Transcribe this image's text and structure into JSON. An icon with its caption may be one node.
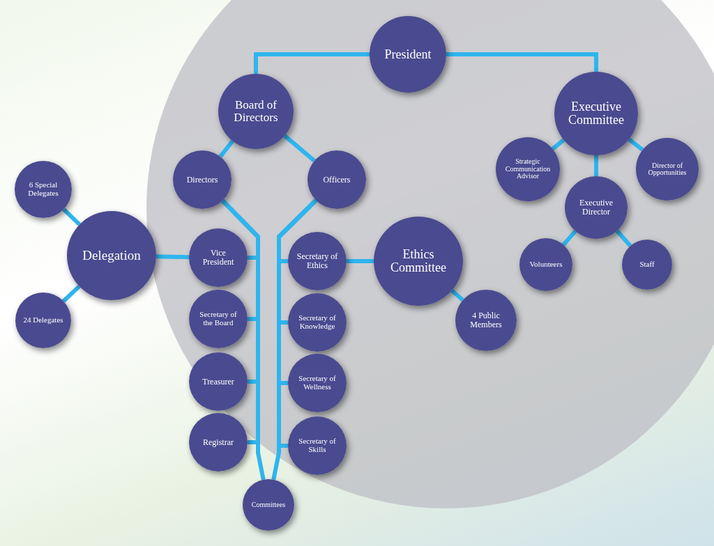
{
  "diagram": {
    "nodes": [
      {
        "text": [
          "President"
        ]
      },
      {
        "text": [
          "Board of Directors"
        ]
      },
      {
        "text": [
          "Executive Committee"
        ]
      },
      {
        "text": [
          "Directors"
        ]
      },
      {
        "text": [
          "Officers"
        ]
      },
      {
        "text": [
          "Strategic Communication Advisor"
        ]
      },
      {
        "text": [
          "Director of Opportunities"
        ]
      },
      {
        "text": [
          "6 Special Delegates"
        ]
      },
      {
        "text": [
          "Delegation"
        ]
      },
      {
        "text": [
          "Executive Director"
        ]
      },
      {
        "text": [
          "Vice President"
        ]
      },
      {
        "text": [
          "Secretary of Ethics"
        ]
      },
      {
        "text": [
          "Ethics Committee"
        ]
      },
      {
        "text": [
          "Volunteers"
        ]
      },
      {
        "text": [
          "Staff"
        ]
      },
      {
        "text": [
          "24 Delegates"
        ]
      },
      {
        "text": [
          "Secretary of the Board"
        ]
      },
      {
        "text": [
          "Secretary of Knowledge"
        ]
      },
      {
        "text": [
          "4 Public Members"
        ]
      },
      {
        "text": [
          "Treasurer"
        ]
      },
      {
        "text": [
          "Secretary of Wellness"
        ]
      },
      {
        "text": [
          "Registrar"
        ]
      },
      {
        "text": [
          "Secretary of Skills"
        ]
      },
      {
        "text": [
          "Committees"
        ]
      }
    ],
    "edges": [
      {
        "from": 0,
        "to": 1,
        "arrow": "none"
      },
      {
        "from": 0,
        "to": 2,
        "arrow": "none"
      },
      {
        "from": 1,
        "to": 3,
        "arrow": "none"
      },
      {
        "from": 1,
        "to": 4,
        "arrow": "none"
      },
      {
        "from": 2,
        "to": 5,
        "arrow": "none"
      },
      {
        "from": 2,
        "to": 6,
        "arrow": "none"
      },
      {
        "from": 2,
        "to": 9,
        "arrow": "none"
      },
      {
        "from": 8,
        "to": 7,
        "arrow": "none"
      },
      {
        "from": 8,
        "to": 15,
        "arrow": "none"
      },
      {
        "from": 8,
        "to": 10,
        "arrow": "none"
      },
      {
        "from": 3,
        "to": 10,
        "arrow": "none"
      },
      {
        "from": 3,
        "to": 16,
        "arrow": "none"
      },
      {
        "from": 3,
        "to": 19,
        "arrow": "none"
      },
      {
        "from": 3,
        "to": 21,
        "arrow": "none"
      },
      {
        "from": 3,
        "to": 23,
        "arrow": "none"
      },
      {
        "from": 4,
        "to": 11,
        "arrow": "none"
      },
      {
        "from": 4,
        "to": 17,
        "arrow": "none"
      },
      {
        "from": 4,
        "to": 20,
        "arrow": "none"
      },
      {
        "from": 4,
        "to": 22,
        "arrow": "none"
      },
      {
        "from": 4,
        "to": 23,
        "arrow": "none"
      },
      {
        "from": 11,
        "to": 12,
        "arrow": "none"
      },
      {
        "from": 12,
        "to": 18,
        "arrow": "none"
      },
      {
        "from": 9,
        "to": 13,
        "arrow": "none"
      },
      {
        "from": 9,
        "to": 14,
        "arrow": "none"
      }
    ]
  }
}
